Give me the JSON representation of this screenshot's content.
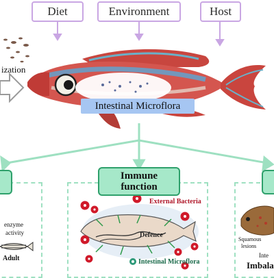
{
  "top_boxes": {
    "diet": "Diet",
    "environment": "Environment",
    "host": "Host"
  },
  "left_fragment": "ization",
  "center_label": "Intestinal Microflora",
  "middle_panel": {
    "heading": "Immune\nfunction",
    "external_bacteria": "External Bacteria",
    "defence": "Defence",
    "intestinal_microflora": "Intestinal Microflora"
  },
  "left_panel": {
    "enzyme": "enzyme",
    "activity": "activity",
    "adult": "Adult"
  },
  "right_panel": {
    "squamous": "Squamous",
    "lesions": "lesions",
    "inte": "Inte",
    "imbala": "Imbala"
  },
  "colors": {
    "purple_border": "#c9a6e3",
    "green_border": "#2ea06b",
    "green_fill": "#a6e8c9",
    "dashed_green": "#9ee0c1",
    "microflora_bar": "#a6c6f2",
    "bacteria_red": "#d01a2a"
  }
}
